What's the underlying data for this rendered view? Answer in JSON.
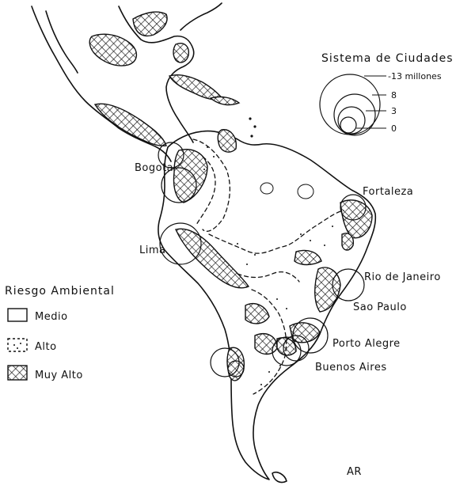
{
  "map": {
    "cities": {
      "bogota": "Bogota",
      "lima": "Lima",
      "fortaleza": "Fortaleza",
      "rio": "Rio de Janeiro",
      "sao_paulo": "Sao Paulo",
      "porto_alegre": "Porto Alegre",
      "buenos_aires": "Buenos Aires"
    },
    "city_legend": {
      "title": "Sistema de Ciudades",
      "entries": [
        "-13 millones",
        "8",
        "3",
        "0"
      ]
    },
    "risk_legend": {
      "title": "Riesgo Ambiental",
      "entries": [
        "Medio",
        "Alto",
        "Muy Alto"
      ]
    },
    "signature": "AR"
  }
}
